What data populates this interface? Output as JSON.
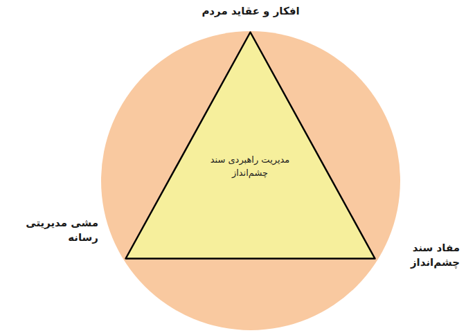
{
  "diagram": {
    "nodes": [
      {
        "text": [
          "مدیریت راهبردی سند چشم‌انداز"
        ]
      }
    ],
    "labels": [
      "افکار و عقاید مردم",
      "مشی مدیریتی رسانه",
      "مفاد سند چشم‌انداز"
    ]
  }
}
